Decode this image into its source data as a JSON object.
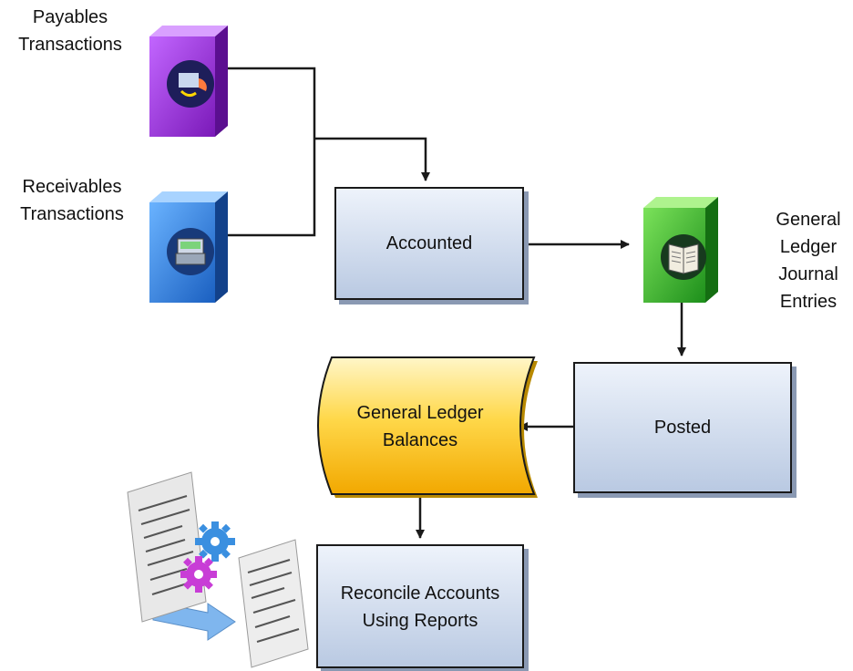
{
  "labels": {
    "payables": [
      "Payables",
      "Transactions"
    ],
    "receivables": [
      "Receivables",
      "Transactions"
    ],
    "gl_journal": [
      "General",
      "Ledger",
      "Journal",
      "Entries"
    ]
  },
  "boxes": {
    "accounted": "Accounted",
    "posted": "Posted",
    "gl_balances": [
      "General Ledger",
      "Balances"
    ],
    "reconcile": [
      "Reconcile Accounts",
      "Using Reports"
    ]
  },
  "colors": {
    "payables_book": "#9b30d9",
    "receivables_book": "#2f80d8",
    "journal_book": "#34b233",
    "balances_fill": "#f5b400",
    "process_box_fill": "#d7e1f0",
    "connector": "#1a1a1a"
  },
  "icons": [
    "payables-book-icon",
    "receivables-book-icon",
    "journal-book-icon",
    "reports-gears-icon"
  ]
}
